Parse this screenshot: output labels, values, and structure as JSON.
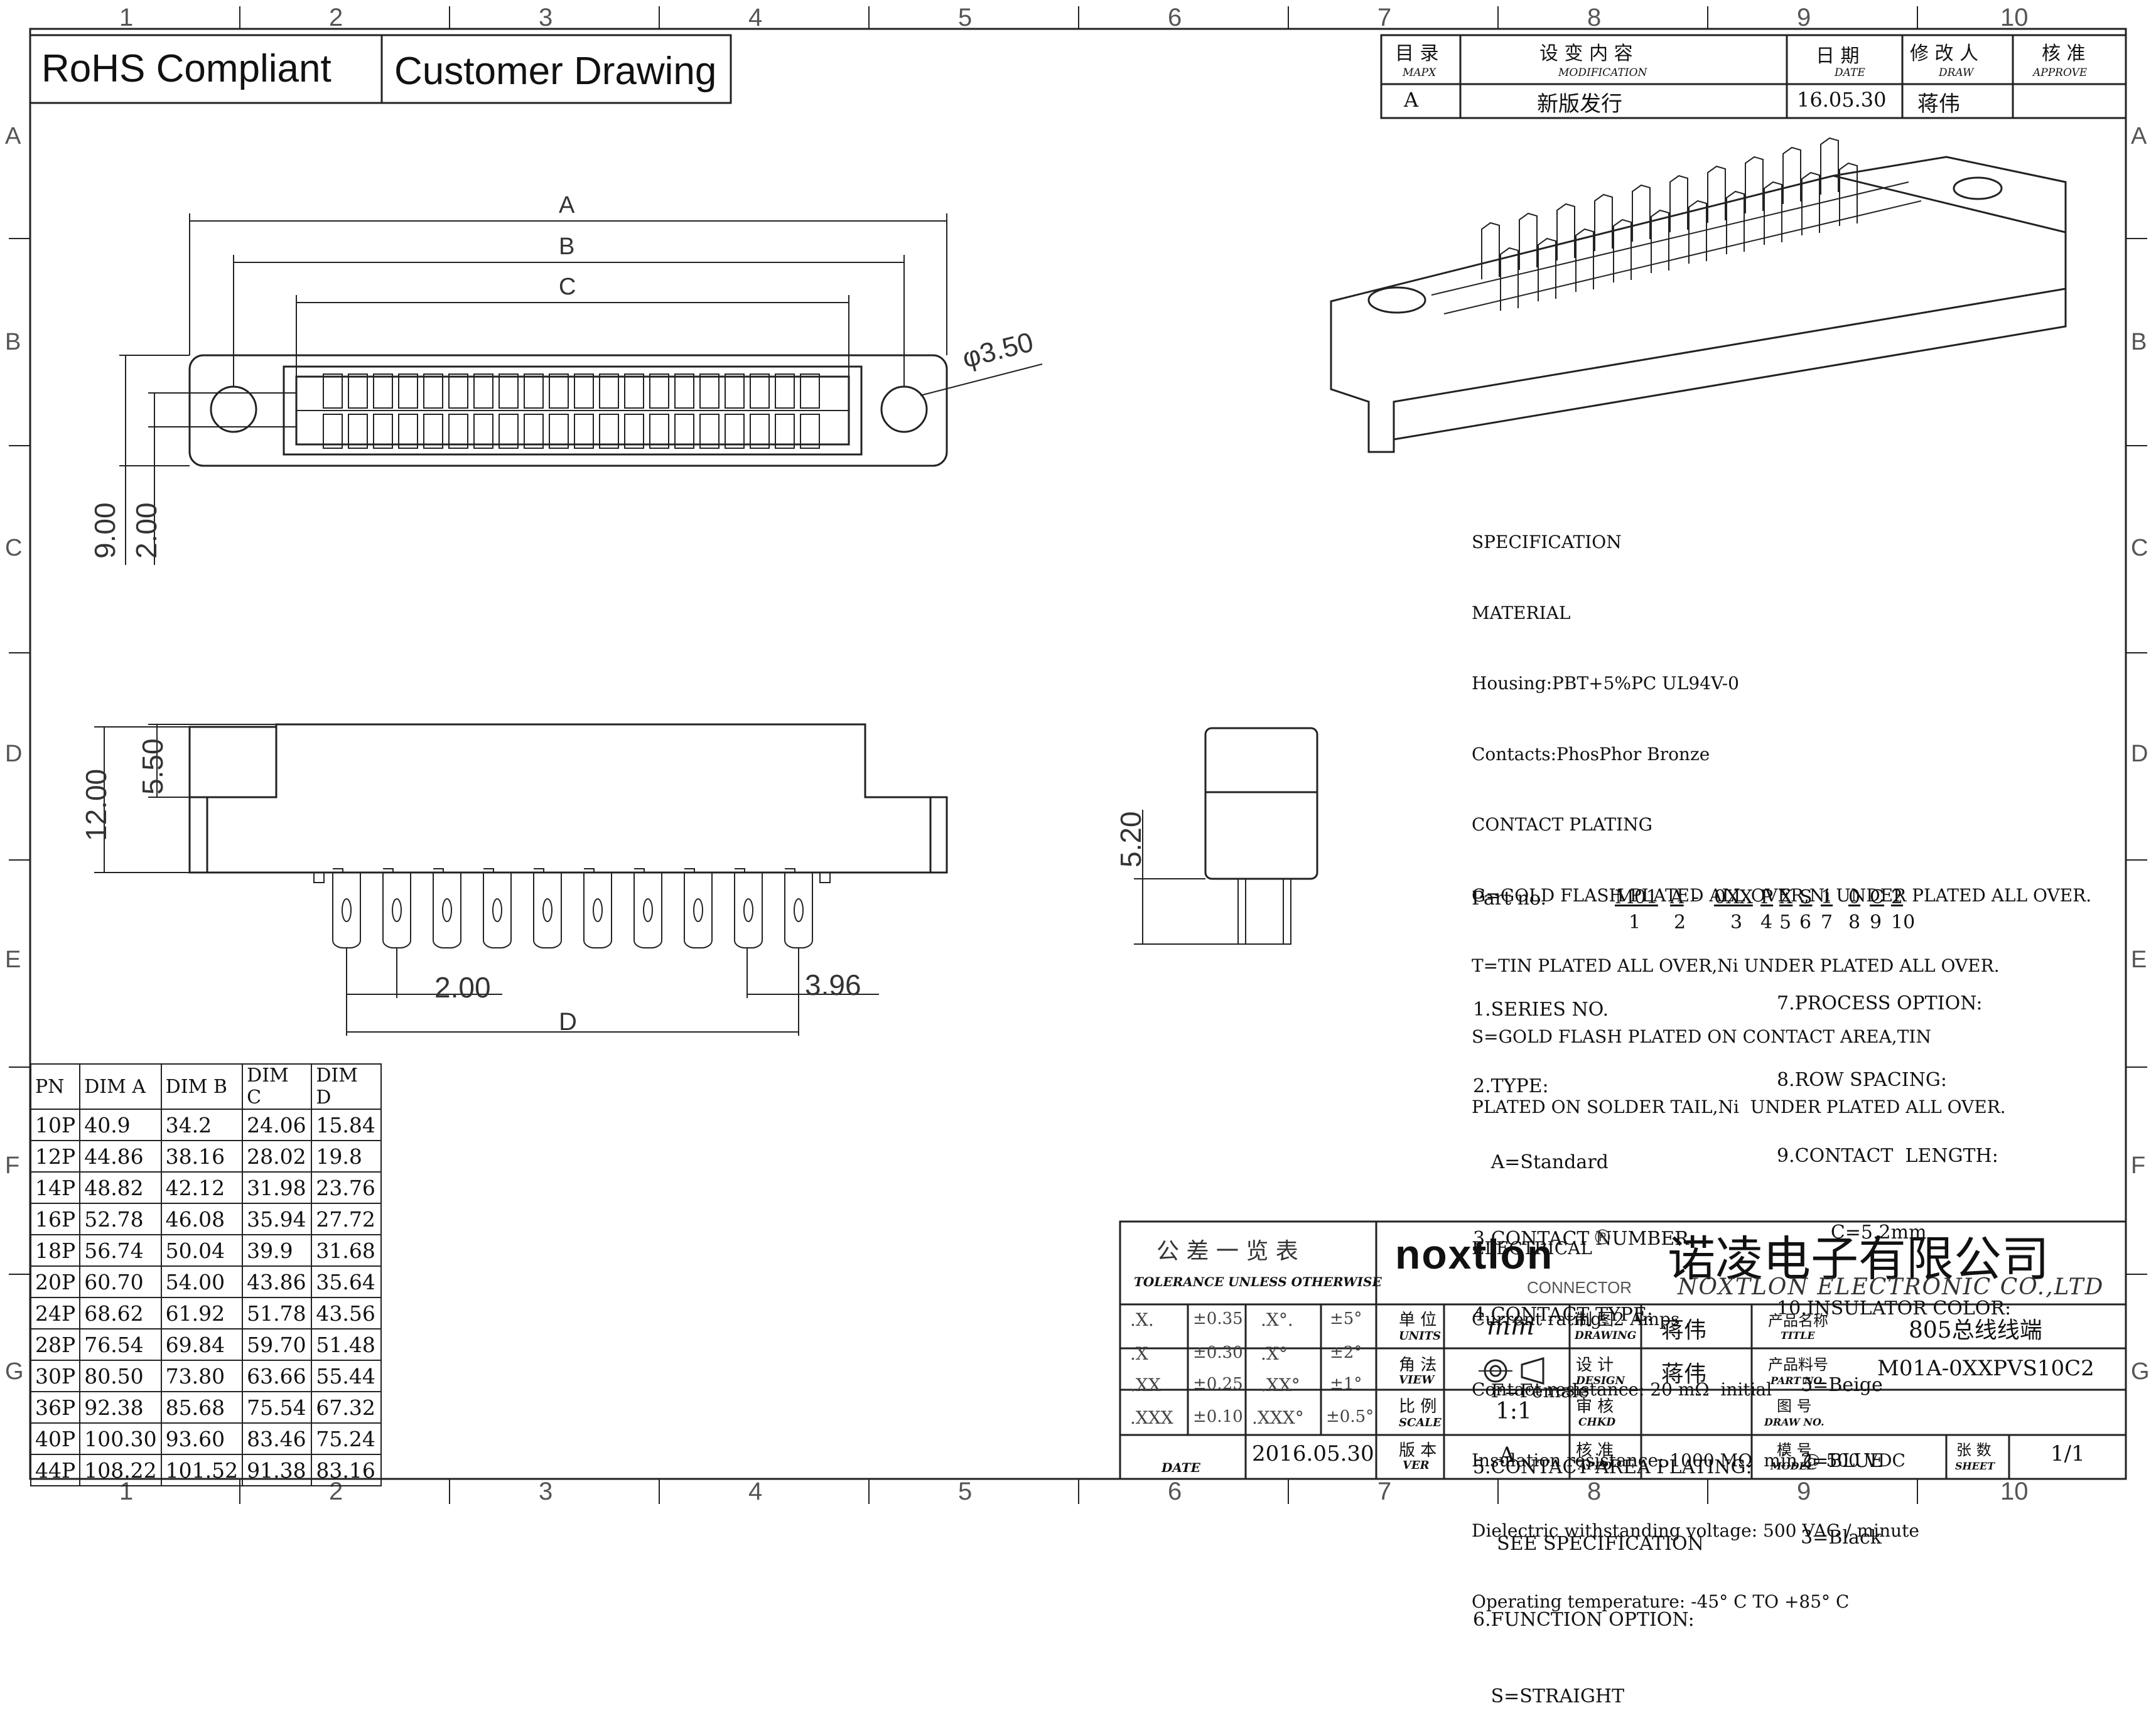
{
  "header": {
    "rohs": "RoHS Compliant",
    "customer_drawing": "Customer Drawing"
  },
  "grid": {
    "top_numbers": [
      "1",
      "2",
      "3",
      "4",
      "5",
      "6",
      "7",
      "8",
      "9",
      "10"
    ],
    "side_letters": [
      "A",
      "B",
      "C",
      "D",
      "E",
      "F",
      "G"
    ]
  },
  "revision": {
    "headers": [
      {
        "cn": "目 录",
        "en": "MAPX"
      },
      {
        "cn": "设 变 内 容",
        "en": "MODIFICATION"
      },
      {
        "cn": "日 期",
        "en": "DATE"
      },
      {
        "cn": "修 改 人",
        "en": "DRAW"
      },
      {
        "cn": "核 准",
        "en": "APPROVE"
      }
    ],
    "row": {
      "mapx": "A",
      "modification": "新版发行",
      "date": "16.05.30",
      "draw": "蒋伟",
      "approve": ""
    }
  },
  "top_view": {
    "dim_a": "A",
    "dim_b": "B",
    "dim_c": "C",
    "hole": "φ3.50",
    "h1": "9.00",
    "h2": "2.00"
  },
  "side_view": {
    "h1": "12.00",
    "h2": "5.50",
    "pitch": "2.00",
    "offset": "3.96",
    "dim_d": "D"
  },
  "end_view": {
    "h": "5.20"
  },
  "spec": {
    "lines": [
      "SPECIFICATION",
      "MATERIAL",
      "Housing:PBT+5%PC UL94V-0",
      "Contacts:PhosPhor Bronze",
      "CONTACT PLATING",
      "G=GOLD FLASH PLATED ALL OVER,Ni UNDER PLATED ALL OVER.",
      "T=TIN PLATED ALL OVER,Ni UNDER PLATED ALL OVER.",
      "S=GOLD FLASH PLATED ON CONTACT AREA,TIN",
      "PLATED ON SOLDER TAIL,Ni  UNDER PLATED ALL OVER.",
      "",
      "ELECTRICAL",
      "Current rating: 2 Amps .",
      "Contact resistance: 20 mΩ  initial",
      "Insulation resistance: 1000 MΩ  min @ 500 VDC",
      "Dielectric withstanding voltage: 500 VAC / minute",
      "Operating temperature: -45° C TO +85° C"
    ]
  },
  "part_no": {
    "label": "Part no.",
    "codes": [
      "M01",
      "A",
      "-",
      "0XX",
      "P",
      "X",
      "S",
      "1",
      "0",
      "C",
      "2"
    ],
    "indices": [
      "1",
      "2",
      "3",
      "4",
      "5",
      "6",
      "7",
      "8",
      "9",
      "10"
    ]
  },
  "options_left": [
    "1.SERIES NO.",
    "2.TYPE:",
    "   A=Standard",
    "3.CONTACT NUMBER",
    "4.CONTACT TYPE:",
    "   F=Female",
    "5.CONTACT AREA PLATING:",
    "    SEE SPECIFICATION",
    "6.FUNCTION OPTION:",
    "   S=STRAIGHT"
  ],
  "options_right": [
    "7.PROCESS OPTION:",
    "8.ROW SPACING:",
    "9.CONTACT  LENGTH:",
    "         C=5.2mm",
    "10.INSULATOR COLOR:",
    "    5=Beige",
    "    2=BLUE",
    "    3=Black"
  ],
  "dim_table": {
    "headers": [
      "PN",
      "DIM A",
      "DIM B",
      "DIM C",
      "DIM D"
    ],
    "rows": [
      [
        "10P",
        "40.9",
        "34.2",
        "24.06",
        "15.84"
      ],
      [
        "12P",
        "44.86",
        "38.16",
        "28.02",
        "19.8"
      ],
      [
        "14P",
        "48.82",
        "42.12",
        "31.98",
        "23.76"
      ],
      [
        "16P",
        "52.78",
        "46.08",
        "35.94",
        "27.72"
      ],
      [
        "18P",
        "56.74",
        "50.04",
        "39.9",
        "31.68"
      ],
      [
        "20P",
        "60.70",
        "54.00",
        "43.86",
        "35.64"
      ],
      [
        "24P",
        "68.62",
        "61.92",
        "51.78",
        "43.56"
      ],
      [
        "28P",
        "76.54",
        "69.84",
        "59.70",
        "51.48"
      ],
      [
        "30P",
        "80.50",
        "73.80",
        "63.66",
        "55.44"
      ],
      [
        "36P",
        "92.38",
        "85.68",
        "75.54",
        "67.32"
      ],
      [
        "40P",
        "100.30",
        "93.60",
        "83.46",
        "75.24"
      ],
      [
        "44P",
        "108.22",
        "101.52",
        "91.38",
        "83.16"
      ]
    ]
  },
  "title_block": {
    "tolerance_cn": "公 差 一 览 表",
    "tolerance_en": "TOLERANCE UNLESS OTHERWISE",
    "tol_rows": [
      [
        ".X.",
        "±0.35",
        ".X°.",
        "±5°"
      ],
      [
        ".X",
        "±0.30",
        ".X°",
        "±2°"
      ],
      [
        ".XX",
        "±0.25",
        ".XX°",
        "±1°"
      ],
      [
        ".XXX",
        "±0.10",
        ".XXX°",
        "±0.5°"
      ]
    ],
    "date_label": "DATE",
    "date_value": "2016.05.30",
    "logo": "noxtlon",
    "logo_sub": "CONNECTOR",
    "company_cn": "诺凌电子有限公司",
    "company_en": "NOXTLON ELECTRONIC CO.,LTD",
    "units_cn": "单 位",
    "units_en": "UNITS",
    "units_val": "mm",
    "view_cn": "角 法",
    "view_en": "VIEW",
    "scale_cn": "比 例",
    "scale_en": "SCALE",
    "scale_val": "1:1",
    "ver_cn": "版 本",
    "ver_en": "VER",
    "ver_val": "A",
    "drawing_cn": "制 图",
    "drawing_en": "DRAWING",
    "drawing_val": "蒋伟",
    "design_cn": "设 计",
    "design_en": "DESIGN",
    "design_val": "蒋伟",
    "chkd_cn": "审 核",
    "chkd_en": "CHKD",
    "appd_cn": "核 准",
    "appd_en": "APPD",
    "title_cn": "产品名称",
    "title_en": "TITLE",
    "title_val": "805总线线端",
    "partno_cn": "产品料号",
    "partno_en": "PART NO.",
    "partno_val": "M01A-0XXPVS10C2",
    "drawno_cn": "图 号",
    "drawno_en": "DRAW NO.",
    "model_cn": "模 号",
    "model_en": "MODEL",
    "sheet_cn": "张 数",
    "sheet_en": "SHEET",
    "sheet_val": "1/1"
  }
}
